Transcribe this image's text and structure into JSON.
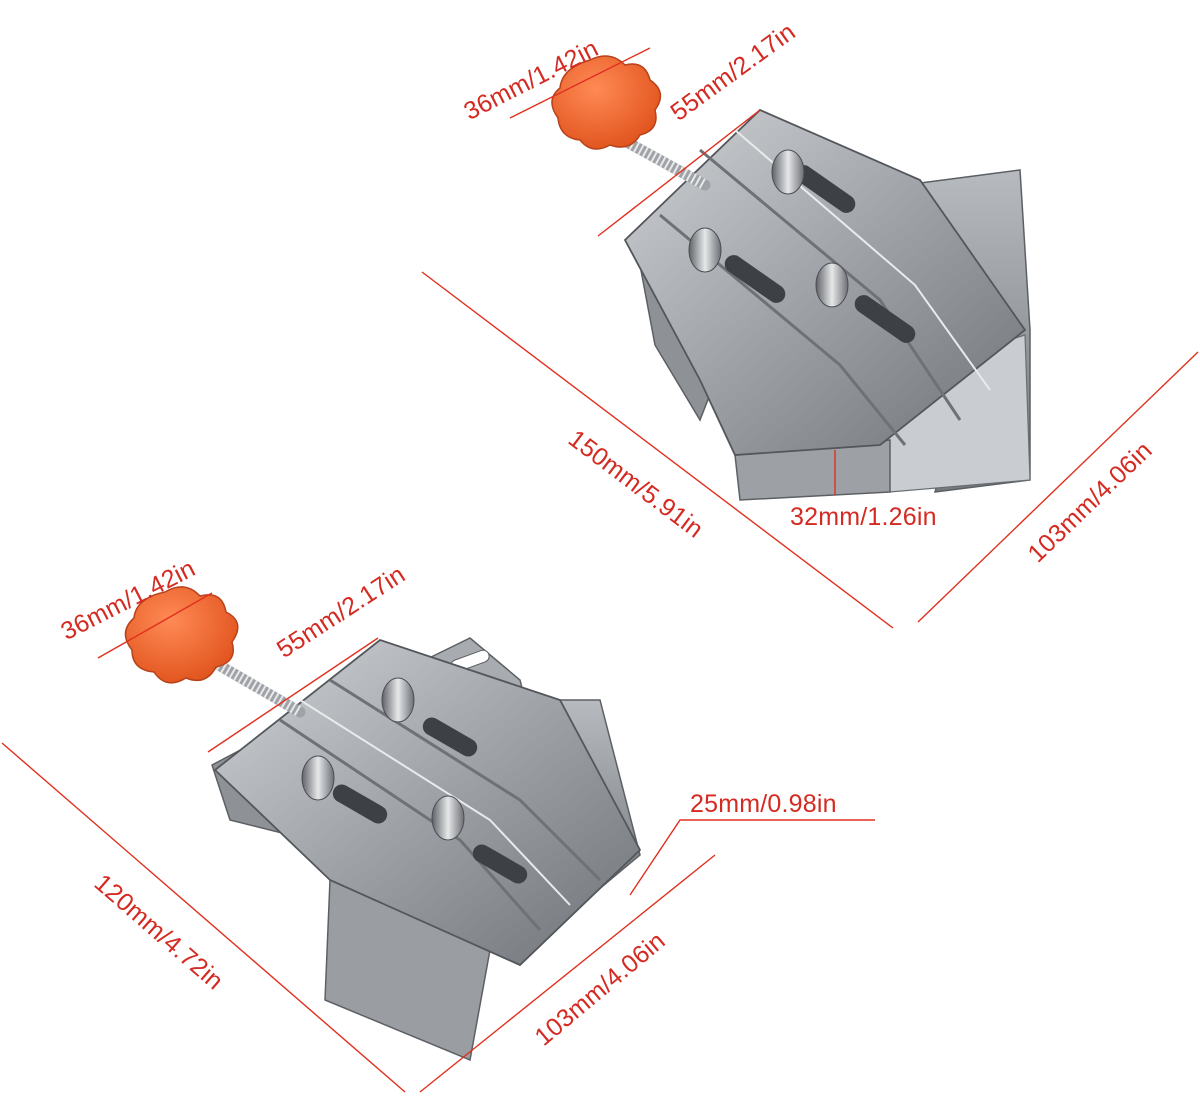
{
  "product": "angle clamp",
  "colors": {
    "background": "#ffffff",
    "dimension": "#d42a22",
    "knob": "#f0602a",
    "metal": "#a6a9ad"
  },
  "clamp_large": {
    "knob_diameter": "36mm/1.42in",
    "screw_length": "55mm/2.17in",
    "length": "150mm/5.91in",
    "jaw_height": "32mm/1.26in",
    "width": "103mm/4.06in"
  },
  "clamp_small": {
    "knob_diameter": "36mm/1.42in",
    "screw_length": "55mm/2.17in",
    "length": "120mm/4.72in",
    "jaw_height": "25mm/0.98in",
    "width": "103mm/4.06in"
  }
}
